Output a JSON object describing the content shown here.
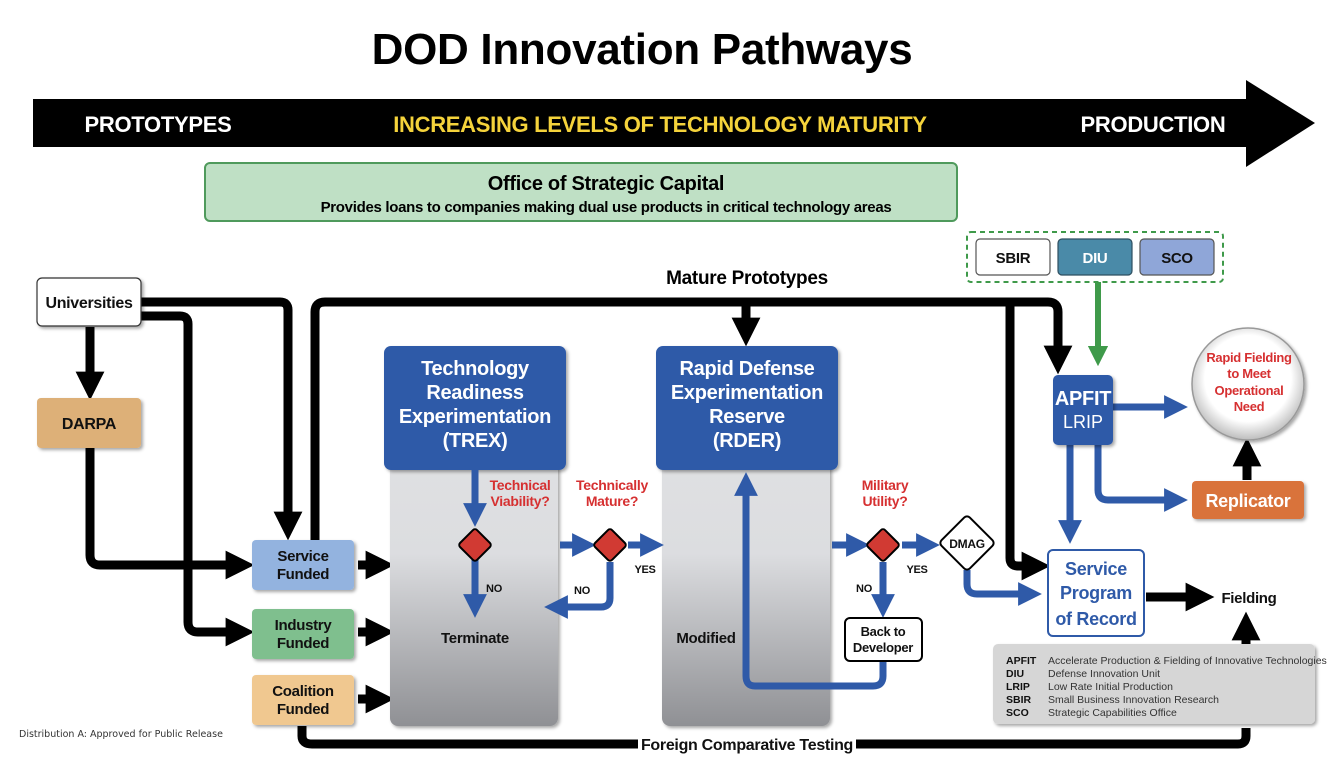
{
  "title": "DOD Innovation Pathways",
  "banner": {
    "left": "PROTOTYPES",
    "center": "INCREASING LEVELS OF TECHNOLOGY MATURITY",
    "right": "PRODUCTION",
    "center_color": "#f5d33b"
  },
  "osc": {
    "title": "Office of Strategic Capital",
    "subtitle": "Provides loans to companies making dual use products in critical technology areas"
  },
  "mature_prototypes": "Mature Prototypes",
  "sources": {
    "universities": "Universities",
    "darpa": "DARPA",
    "service_funded": [
      "Service",
      "Funded"
    ],
    "industry_funded": [
      "Industry",
      "Funded"
    ],
    "coalition_funded": [
      "Coalition",
      "Funded"
    ]
  },
  "trex": {
    "title": [
      "Technology",
      "Readiness",
      "Experimentation",
      "(TREX)"
    ],
    "question": [
      "Technical",
      "Viability?"
    ],
    "no": "NO",
    "outcome": "Terminate"
  },
  "mature_check": {
    "question": [
      "Technically",
      "Mature?"
    ],
    "yes": "YES",
    "no": "NO"
  },
  "rder": {
    "title": [
      "Rapid Defense",
      "Experimentation",
      "Reserve",
      "(RDER)"
    ],
    "modified": "Modified"
  },
  "military_check": {
    "question": [
      "Military",
      "Utility?"
    ],
    "yes": "YES",
    "no": "NO",
    "back_to_developer": [
      "Back to",
      "Developer"
    ]
  },
  "dmag": "DMAG",
  "funding_orgs": [
    "SBIR",
    "DIU",
    "SCO"
  ],
  "apfit": {
    "title": "APFIT",
    "subtitle": "LRIP"
  },
  "rapid_fielding": [
    "Rapid Fielding",
    "to Meet",
    "Operational",
    "Need"
  ],
  "replicator": "Replicator",
  "service_program": [
    "Service",
    "Program",
    "of Record"
  ],
  "fielding": "Fielding",
  "foreign_testing": "Foreign Comparative Testing",
  "legend": [
    {
      "abbr": "APFIT",
      "def": "Accelerate Production & Fielding of Innovative Technologies"
    },
    {
      "abbr": "DIU",
      "def": "Defense Innovation Unit"
    },
    {
      "abbr": "LRIP",
      "def": "Low Rate Initial Production"
    },
    {
      "abbr": "SBIR",
      "def": "Small Business Innovation Research"
    },
    {
      "abbr": "SCO",
      "def": "Strategic Capabilities Office"
    }
  ],
  "distribution": "Distribution A: Approved for Public Release",
  "colors": {
    "blue": "#2f5aa8",
    "decision_red": "#d13a33",
    "question_red": "#d63031",
    "osc_green": "#bfe0c5",
    "darpa": "#ddb078",
    "service_funded": "#93b3df",
    "industry_funded": "#7fbf8e",
    "coalition_funded": "#f0c890",
    "diu": "#4a8aa8",
    "sco": "#8fa6d8",
    "replicator": "#d9733a",
    "green_arrow": "#3f9a4a"
  }
}
